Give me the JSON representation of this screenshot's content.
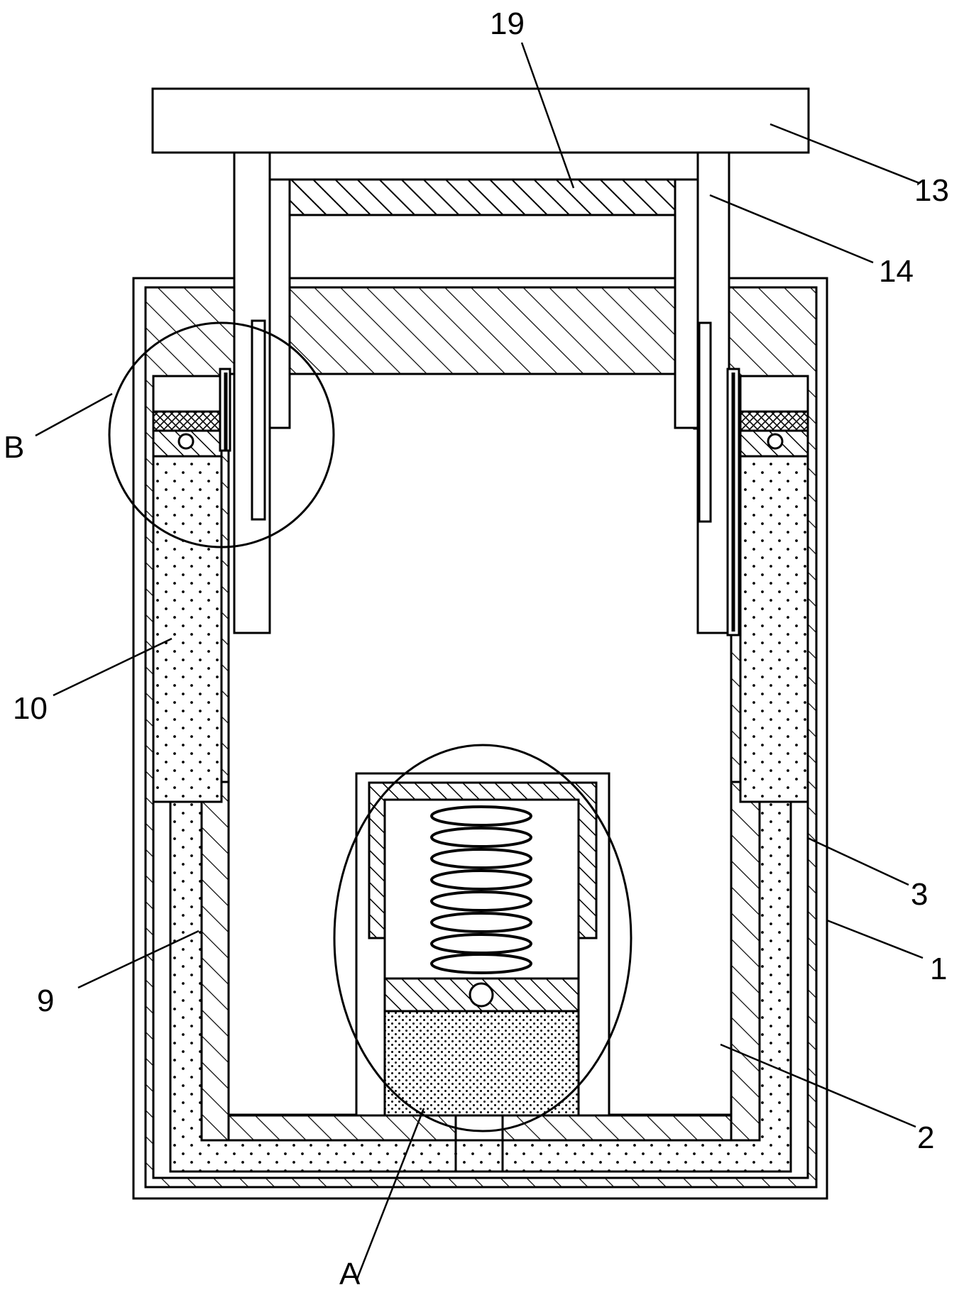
{
  "diagram": {
    "type": "mechanical cross-section patent drawing",
    "stroke_color": "#000000",
    "background_color": "#ffffff",
    "labels": {
      "part_19": "19",
      "part_13": "13",
      "part_14": "14",
      "detail_b": "B",
      "part_10": "10",
      "part_3": "3",
      "part_1": "1",
      "part_9": "9",
      "part_2": "2",
      "detail_a": "A"
    }
  }
}
